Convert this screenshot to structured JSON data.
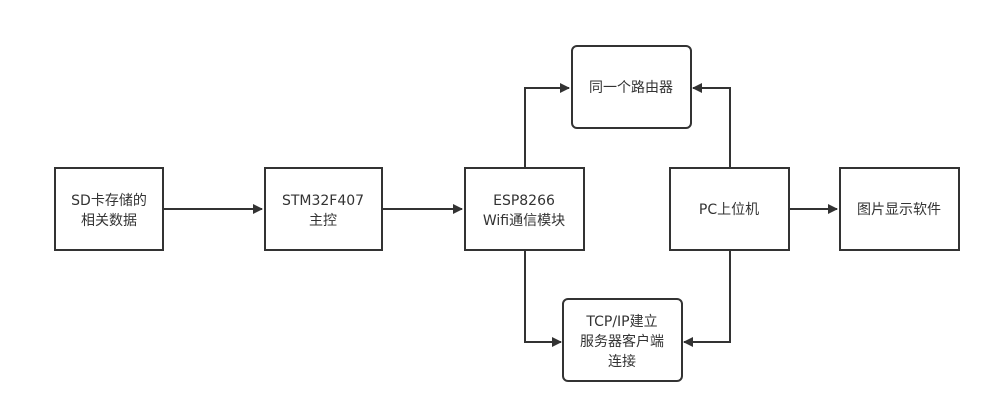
{
  "nodes": {
    "sd": {
      "lines": [
        "SD卡存储的",
        "相关数据"
      ]
    },
    "stm": {
      "lines": [
        "STM32F407",
        "主控"
      ]
    },
    "esp": {
      "lines": [
        "ESP8266",
        "Wifi通信模块"
      ]
    },
    "router": {
      "lines": [
        "同一个路由器"
      ]
    },
    "pc": {
      "lines": [
        "PC上位机"
      ]
    },
    "display": {
      "lines": [
        "图片显示软件"
      ]
    },
    "tcp": {
      "lines": [
        "TCP/IP建立",
        "服务器客户端",
        "连接"
      ]
    }
  },
  "colors": {
    "stroke": "#333333",
    "background": "#ffffff"
  }
}
